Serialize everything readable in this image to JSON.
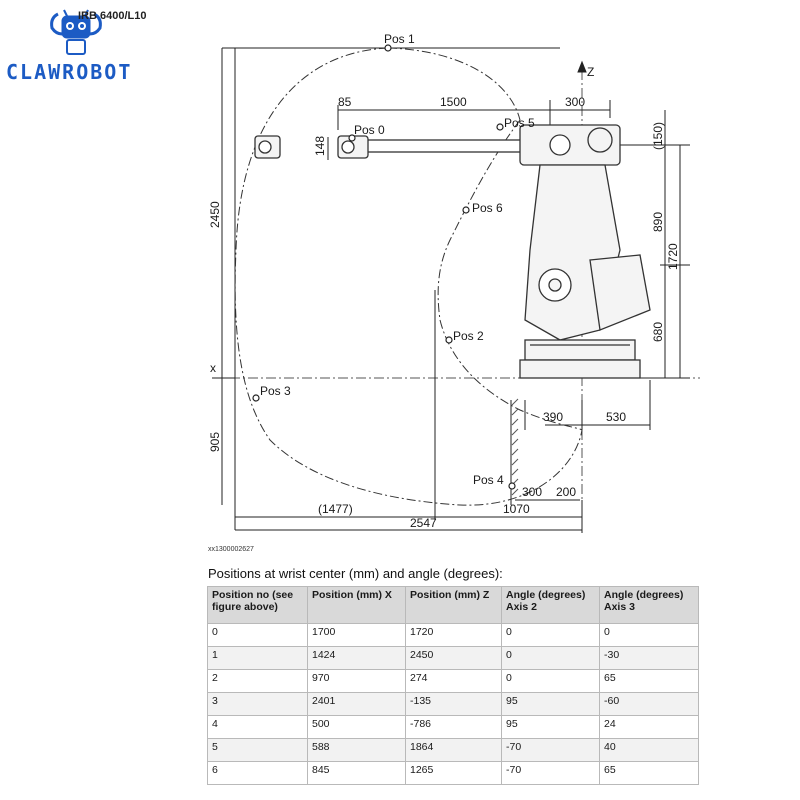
{
  "header": {
    "model": "IRB 6400/L10",
    "brand": "CLAWROBOT"
  },
  "diagram": {
    "axis_z": "Z",
    "axis_x": "x",
    "dimensions": {
      "d85": "85",
      "d1500": "1500",
      "d300_top": "300",
      "d150": "(150)",
      "d148": "148",
      "d2450": "2450",
      "d890": "890",
      "d1720": "1720",
      "d680": "680",
      "d390": "390",
      "d530": "530",
      "d905": "905",
      "d300_bottom": "300",
      "d200": "200",
      "d1477": "(1477)",
      "d2547": "2547",
      "d1070": "1070"
    },
    "positions": {
      "p0": "Pos 0",
      "p1": "Pos 1",
      "p2": "Pos 2",
      "p3": "Pos 3",
      "p4": "Pos 4",
      "p5": "Pos 5",
      "p6": "Pos 6"
    },
    "drawing_code": "xx1300002627"
  },
  "table": {
    "caption": "Positions at wrist center (mm) and angle (degrees):",
    "headers": [
      "Position no (see figure above)",
      "Position (mm) X",
      "Position (mm) Z",
      "Angle (degrees) Axis 2",
      "Angle (degrees) Axis 3"
    ],
    "rows": [
      [
        "0",
        "1700",
        "1720",
        "0",
        "0"
      ],
      [
        "1",
        "1424",
        "2450",
        "0",
        "-30"
      ],
      [
        "2",
        "970",
        "274",
        "0",
        "65"
      ],
      [
        "3",
        "2401",
        "-135",
        "95",
        "-60"
      ],
      [
        "4",
        "500",
        "-786",
        "95",
        "24"
      ],
      [
        "5",
        "588",
        "1864",
        "-70",
        "40"
      ],
      [
        "6",
        "845",
        "1265",
        "-70",
        "65"
      ]
    ]
  }
}
